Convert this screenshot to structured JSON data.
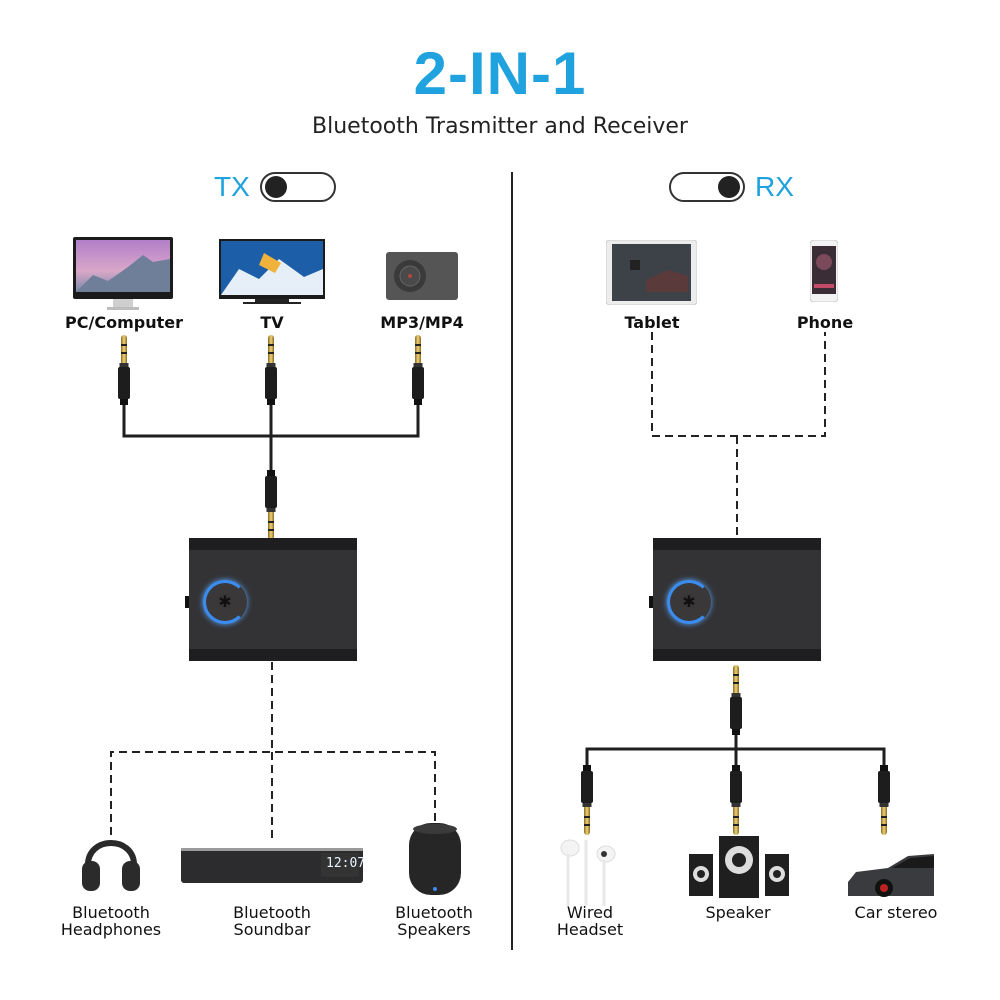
{
  "header": {
    "title": "2-IN-1",
    "subtitle": "Bluetooth Trasmitter and Receiver"
  },
  "colors": {
    "accent": "#1fa2dd",
    "cable": "#1f1f1f",
    "plug_gold": "#c9a24a",
    "device_body": "#2f2f31",
    "bluetooth_ring": "#2f7fe8"
  },
  "tx": {
    "mode_label": "TX",
    "toggle_state": "left",
    "sources": [
      {
        "label": "PC/Computer",
        "icon": "monitor-icon"
      },
      {
        "label": "TV",
        "icon": "tv-icon"
      },
      {
        "label": "MP3/MP4",
        "icon": "mp3-player-icon"
      }
    ],
    "device_icon": "bluetooth-icon",
    "outputs": [
      {
        "label_line1": "Bluetooth",
        "label_line2": "Headphones",
        "icon": "headphones-icon"
      },
      {
        "label_line1": "Bluetooth",
        "label_line2": "Soundbar",
        "icon": "soundbar-icon",
        "display": "12:07"
      },
      {
        "label_line1": "Bluetooth",
        "label_line2": "Speakers",
        "icon": "speaker-icon"
      }
    ]
  },
  "rx": {
    "mode_label": "RX",
    "toggle_state": "right",
    "sources": [
      {
        "label": "Tablet",
        "icon": "tablet-icon"
      },
      {
        "label": "Phone",
        "icon": "phone-icon"
      }
    ],
    "device_icon": "bluetooth-icon",
    "outputs": [
      {
        "label_line1": "Wired",
        "label_line2": "Headset",
        "icon": "earphones-icon"
      },
      {
        "label_line1": "Speaker",
        "label_line2": "",
        "icon": "speaker-system-icon"
      },
      {
        "label_line1": "Car stereo",
        "label_line2": "",
        "icon": "car-icon"
      }
    ]
  }
}
